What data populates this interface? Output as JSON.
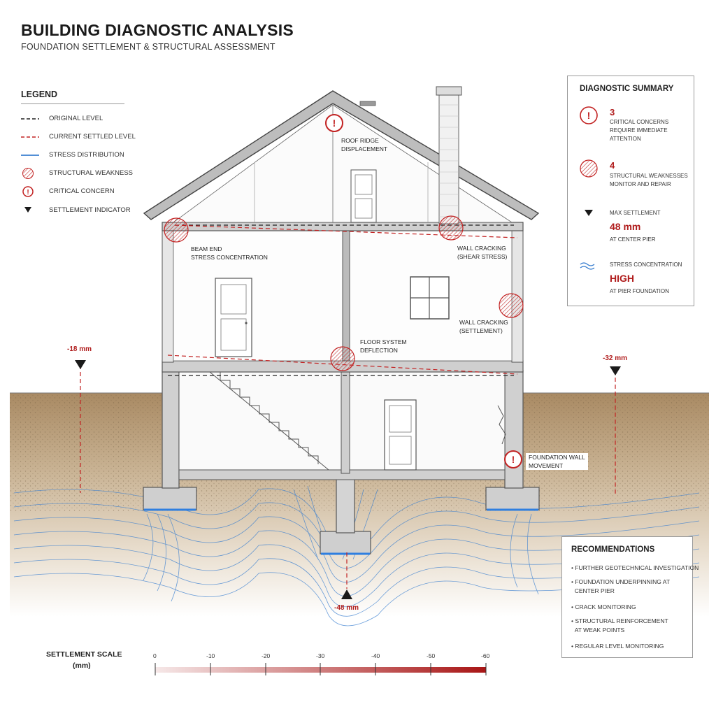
{
  "title": "BUILDING DIAGNOSTIC ANALYSIS",
  "subtitle": "FOUNDATION SETTLEMENT & STRUCTURAL ASSESSMENT",
  "legend": {
    "title": "LEGEND",
    "items": [
      {
        "label": "ORIGINAL LEVEL",
        "icon": "black-dashed-line-icon"
      },
      {
        "label": "CURRENT SETTLED LEVEL",
        "icon": "red-dashed-line-icon"
      },
      {
        "label": "STRESS DISTRIBUTION",
        "icon": "blue-line-icon"
      },
      {
        "label": "STRUCTURAL WEAKNESS",
        "icon": "hatched-circle-icon"
      },
      {
        "label": "CRITICAL CONCERN",
        "icon": "exclamation-circle-icon"
      },
      {
        "label": "SETTLEMENT INDICATOR",
        "icon": "triangle-down-icon"
      }
    ]
  },
  "summary": {
    "title": "DIAGNOSTIC SUMMARY",
    "critical_count": "3",
    "critical_text": [
      "CRITICAL CONCERNS",
      "REQUIRE IMMEDIATE",
      "ATTENTION"
    ],
    "weakness_count": "4",
    "weakness_text": [
      "STRUCTURAL WEAKNESSES",
      "MONITOR AND REPAIR"
    ],
    "max_label": "MAX SETTLEMENT",
    "max_value": "48 mm",
    "max_location": "AT CENTER PIER",
    "stress_label": "STRESS CONCENTRATION",
    "stress_value": "HIGH",
    "stress_location": "AT PIER FOUNDATION"
  },
  "annotations": {
    "roof_ridge": [
      "ROOF RIDGE",
      "DISPLACEMENT"
    ],
    "beam_end": [
      "BEAM END",
      "STRESS CONCENTRATION"
    ],
    "wall_shear": [
      "WALL CRACKING",
      "(SHEAR STRESS)"
    ],
    "wall_settlement": [
      "WALL CRACKING",
      "(SETTLEMENT)"
    ],
    "floor_deflection": [
      "FLOOR SYSTEM",
      "DEFLECTION"
    ],
    "foundation_wall": [
      "FOUNDATION WALL",
      "MOVEMENT"
    ]
  },
  "measurements": {
    "left": "-18 mm",
    "right": "-32 mm",
    "center": "-48 mm"
  },
  "recommendations": {
    "title": "RECOMMENDATIONS",
    "items": [
      [
        "FURTHER GEOTECHNICAL INVESTIGATION"
      ],
      [
        "FOUNDATION UNDERPINNING AT",
        "CENTER PIER"
      ],
      [
        "CRACK MONITORING"
      ],
      [
        "STRUCTURAL REINFORCEMENT",
        "AT WEAK POINTS"
      ],
      [
        "REGULAR LEVEL MONITORING"
      ]
    ]
  },
  "scale": {
    "title": [
      "SETTLEMENT SCALE",
      "(mm)"
    ],
    "ticks": [
      "0",
      "-10",
      "-20",
      "-30",
      "-40",
      "-50",
      "-60"
    ]
  },
  "colors": {
    "critical_red": "#b01c1c",
    "stress_blue": "#3a7fd0",
    "soil": "#c8ad8a",
    "structure_gray": "#8c8c8c"
  }
}
